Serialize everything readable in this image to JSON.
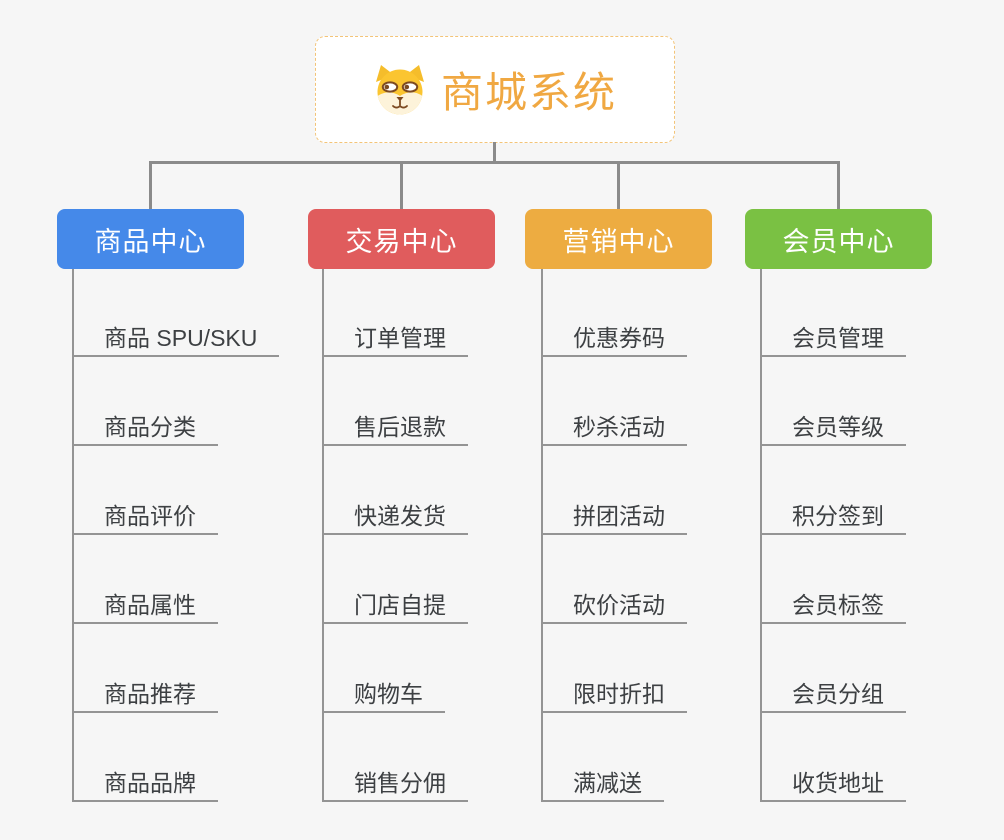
{
  "page": {
    "background_color": "#f6f6f6",
    "connector_color": "#8b8b8b"
  },
  "root": {
    "title": "商城系统",
    "icon": "shiba-dog-icon",
    "text_color": "#f0a842",
    "border_color": "#f3c478"
  },
  "branches": [
    {
      "label": "商品中心",
      "color": "#4589e9",
      "children": [
        "商品 SPU/SKU",
        "商品分类",
        "商品评价",
        "商品属性",
        "商品推荐",
        "商品品牌"
      ]
    },
    {
      "label": "交易中心",
      "color": "#e05c5d",
      "children": [
        "订单管理",
        "售后退款",
        "快递发货",
        "门店自提",
        "购物车",
        "销售分佣"
      ]
    },
    {
      "label": "营销中心",
      "color": "#edac41",
      "children": [
        "优惠券码",
        "秒杀活动",
        "拼团活动",
        "砍价活动",
        "限时折扣",
        "满减送"
      ]
    },
    {
      "label": "会员中心",
      "color": "#7ac143",
      "children": [
        "会员管理",
        "会员等级",
        "积分签到",
        "会员标签",
        "会员分组",
        "收货地址"
      ]
    }
  ]
}
